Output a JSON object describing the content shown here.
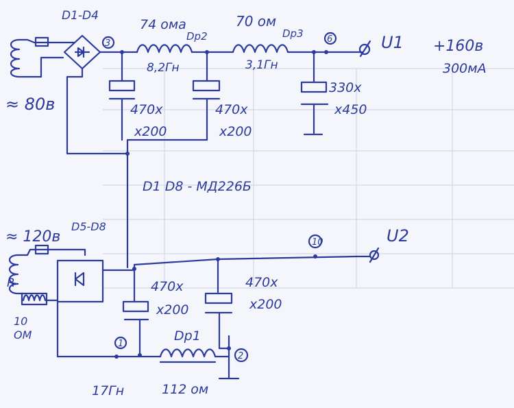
{
  "labels": {
    "d1_d4": "D1-D4",
    "n3": "3",
    "r_dr2": "74 ома",
    "dr2": "Dр2",
    "r_dr3": "70 ом",
    "dr3": "Dр3",
    "n6": "6",
    "u1": "U1",
    "u1_volt": "+160в",
    "u1_cur": "300мА",
    "in1": "≈ 80в",
    "l_dr2": "8,2Гн",
    "l_dr3": "3,1Гн",
    "c1a": "470x",
    "c1b": "x200",
    "c2a": "470x",
    "c2b": "x200",
    "c3a": "330x",
    "c3b": "x450",
    "diodes": "D1 D8 - МД226Б",
    "in2": "≈ 120в",
    "d5_d8": "D5-D8",
    "n10": "10",
    "u2": "U2",
    "r": "R",
    "r_val1": "10",
    "r_val2": "ОМ",
    "c4a": "470x",
    "c4b": "x200",
    "c5a": "470x",
    "c5b": "x200",
    "dr1": "Dр1",
    "n1": "1",
    "n2": "2",
    "l_dr1": "17Гн",
    "r_dr1": "112 ом"
  }
}
